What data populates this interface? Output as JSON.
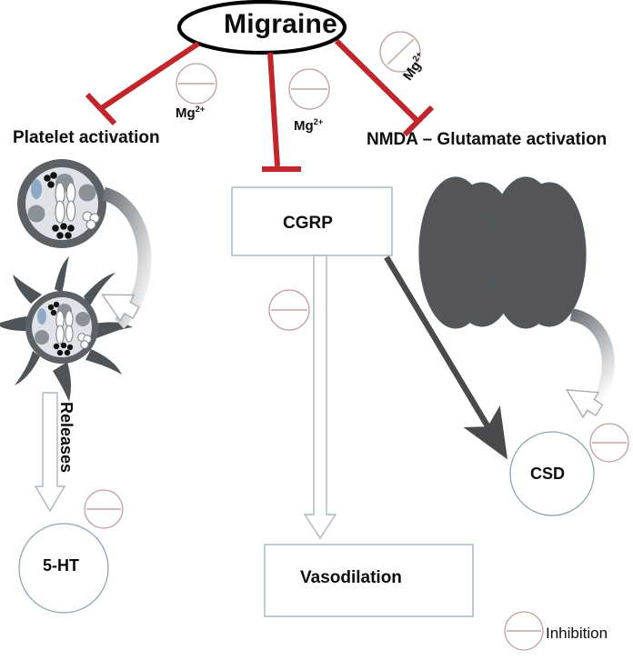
{
  "diagram": {
    "title": "Migraine",
    "nodes": {
      "migraine": "Migraine",
      "platelet_activation": "Platelet activation",
      "nmda": "NMDA – Glutamate activation",
      "cgrp": "CGRP",
      "vasodilation": "Vasodilation",
      "serotonin": "5-HT",
      "csd": "CSD"
    },
    "edge_labels": {
      "releases": "Releases"
    },
    "inhibitor_labels": {
      "mg_platelet": "Mg",
      "mg_platelet_charge": "2+",
      "mg_cgrp": "Mg",
      "mg_cgrp_charge": "2+",
      "mg_nmda": "Mg",
      "mg_nmda_charge": "2+"
    },
    "legend": {
      "symbol_label": "Inhibition"
    },
    "icons": {
      "inhibition_circle": "inhibition-circle-icon",
      "platelet_resting": "resting-platelet-icon",
      "platelet_activated": "activated-platelet-icon",
      "neuron_pair": "neuron-ellipses-icon",
      "curved_arrow": "curved-arrow-icon",
      "block_arrow": "block-arrow-icon",
      "inhibition_tbar": "inhibition-tbar-arrow-icon",
      "diagonal_arrow": "diagonal-arrow-icon"
    },
    "colors": {
      "inhibition_red": "#c0262b",
      "inhibition_circle_stroke": "#bf9f9f",
      "box_stroke": "#9fb6bf",
      "dark_gray": "#4a4a4d",
      "platelet_membrane": "#5c6166",
      "platelet_fill": "#dfe3e8",
      "neuron_fill": "#565658",
      "text_black": "#0d0d0d",
      "background": "#ffffff"
    }
  }
}
